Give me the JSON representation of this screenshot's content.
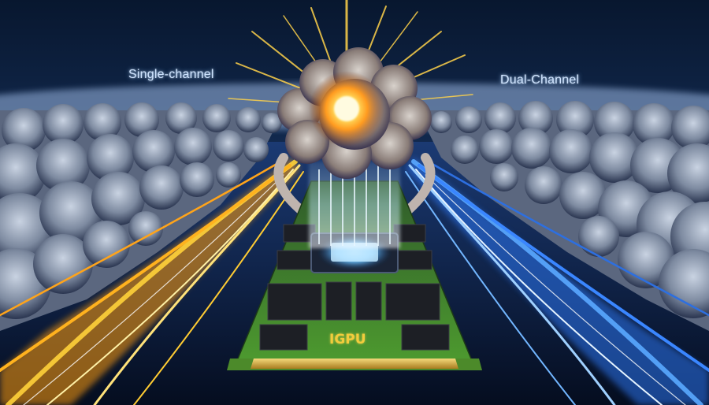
{
  "labels": {
    "left": "Single-channel",
    "right": "Dual-Channel",
    "chip": "IGPU"
  },
  "colors": {
    "sky_top": "#0a1b36",
    "sky_horizon": "#6f95d6",
    "left_stream": "#ffb21e",
    "right_stream": "#3a86ff",
    "explosion_core": "#fff3a0",
    "pcb_green": "#3f8a2a",
    "gold_contacts": "#d9b24a"
  },
  "icons": {
    "explosion": "starburst-icon",
    "chip": "processor-chip-icon"
  }
}
